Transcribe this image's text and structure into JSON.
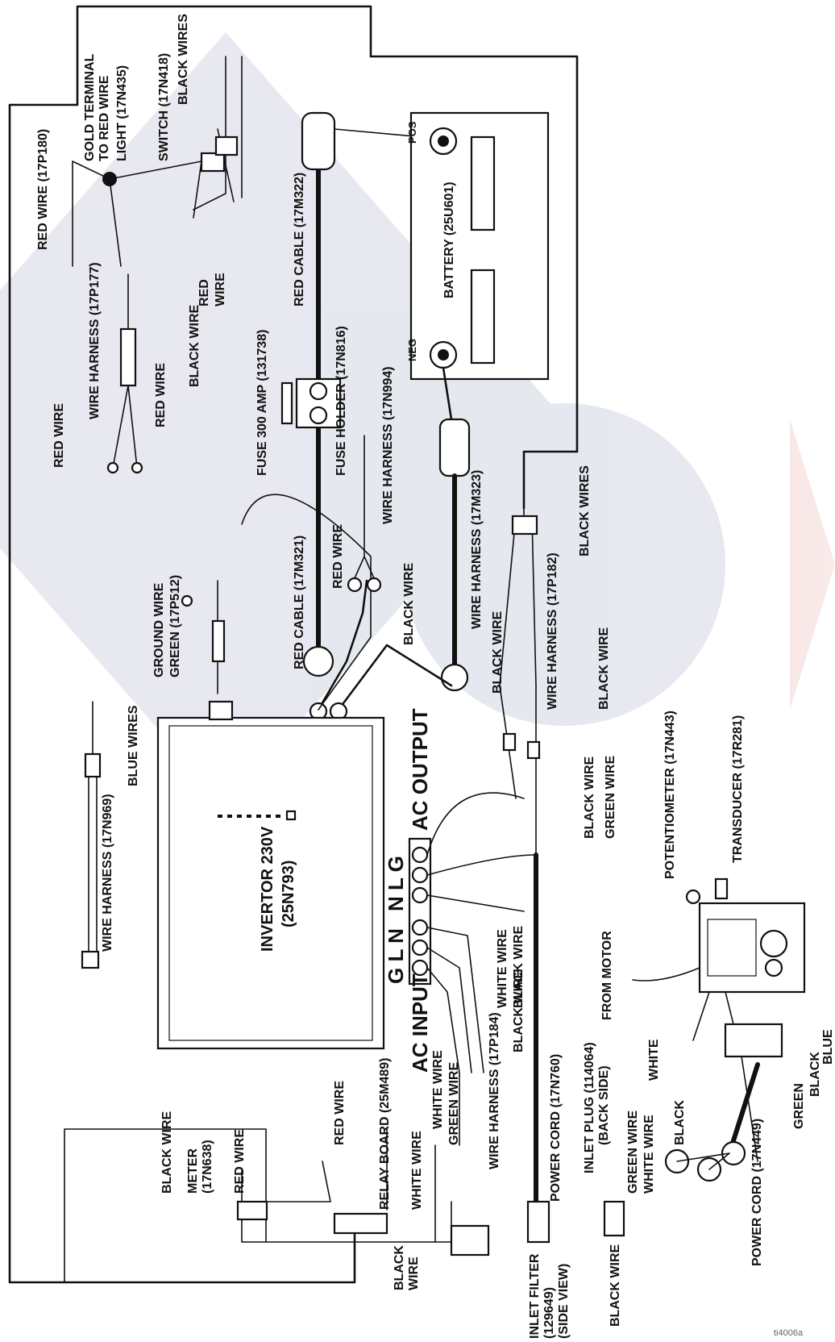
{
  "diagram": {
    "labels": {
      "red_wire_17p180": "RED WIRE (17P180)",
      "gold_terminal": "GOLD TERMINAL",
      "to_red_wire": "TO RED WIRE",
      "light": "LIGHT (17N435)",
      "switch": "SWITCH (17N418)",
      "black_wires_top": "BLACK WIRES",
      "red_wire_switch_1": "RED",
      "red_wire_switch_2": "WIRE",
      "black_wire_harness_top": "BLACK WIRE",
      "wire_harness_17p177": "WIRE HARNESS (17P177)",
      "red_wire_left": "RED WIRE",
      "red_wire_harness": "RED WIRE",
      "red_cable_17m322": "RED CABLE (17M322)",
      "fuse_300_amp": "FUSE 300 AMP (131738)",
      "fuse_holder": "FUSE HOLDER (17N816)",
      "battery": "BATTERY (25U601)",
      "battery_pos": "POS",
      "battery_neg": "NEG",
      "wire_harness_17n994": "WIRE HARNESS (17N994)",
      "wire_harness_17m323": "WIRE HARNESS (17M323)",
      "black_wires_mid": "BLACK WIRES",
      "wire_harness_17p182": "WIRE HARNESS (17P182)",
      "red_wire_mid": "RED WIRE",
      "black_wire_mid": "BLACK WIRE",
      "red_cable_17m321": "RED CABLE (17M321)",
      "black_wire_mid2": "BLACK WIRE",
      "black_wire_mid3": "BLACK WIRE",
      "ground_wire_1": "GROUND WIRE",
      "ground_wire_2": "GREEN (17P512)",
      "blue_wires": "BLUE WIRES",
      "wire_harness_17n969": "WIRE HARNESS (17N969)",
      "inverter_1": "INVERTOR 230V",
      "inverter_2": "(25N793)",
      "ac_output": "AC  OUTPUT",
      "ac_input": "AC  INPUT",
      "g_n_l_g_top": "G L N",
      "g_n_l_g_bottom": "N L G",
      "black_wire_right": "BLACK WIRE",
      "green_wire_right": "GREEN WIRE",
      "potentiometer": "POTENTIOMETER (17N443)",
      "transducer": "TRANSDUCER (17R281)",
      "white_wire_out": "WHITE WIRE",
      "black_wire_out": "BLACK WIRE",
      "black_wire_out2": "BLACK WIRE",
      "from_motor": "FROM MOTOR",
      "white_wire_in": "WHITE WIRE",
      "green_wire_in": "GREEN WIRE",
      "wire_harness_17p184": "WIRE HARNESS (17P184)",
      "power_cord_17n760": "POWER CORD (17N760)",
      "inlet_plug_1": "INLET PLUG (114064)",
      "inlet_plug_2": "(BACK SIDE)",
      "white_bottom": "WHITE",
      "black_bottom": "BLACK",
      "green_bottom": "GREEN",
      "black_bottom2": "BLACK",
      "blue_bottom": "BLUE",
      "power_cord_17n449": "POWER CORD (17N449)",
      "green_wire_bottom": "GREEN WIRE",
      "white_wire_bottom": "WHITE WIRE",
      "black_wire_plug": "BLACK WIRE",
      "inlet_filter_1": "INLET FILTER",
      "inlet_filter_2": "(129649)",
      "inlet_filter_3": "(SIDE VIEW)",
      "relay_board": "RELAY BOARD (25M489)",
      "white_wire_relay": "WHITE WIRE",
      "black_wire_relay_1": "BLACK",
      "black_wire_relay_2": "WIRE",
      "red_wire_relay": "RED WIRE",
      "red_wire_meter": "RED WIRE",
      "meter_1": "METER",
      "meter_2": "(17N638)",
      "black_wire_meter": "BLACK WIRE",
      "ref_code": "ti4006a"
    }
  }
}
